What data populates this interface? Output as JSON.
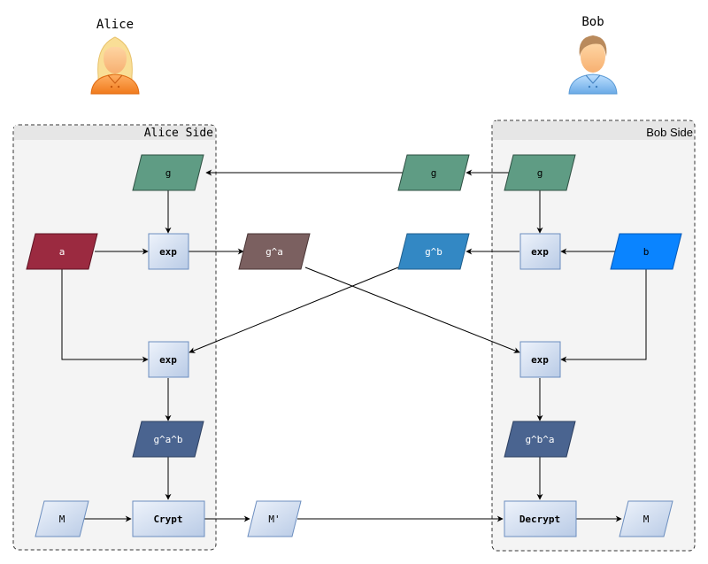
{
  "actors": {
    "alice": {
      "label": "Alice"
    },
    "bob": {
      "label": "Bob"
    }
  },
  "containers": {
    "alice_side": {
      "label": "Alice Side"
    },
    "bob_side": {
      "label": "Bob Side"
    }
  },
  "nodes": {
    "alice_g": {
      "label": "g",
      "color": "#5f9c84"
    },
    "alice_a": {
      "label": "a",
      "color": "#9b2a40"
    },
    "alice_exp1": {
      "label": "exp"
    },
    "alice_exp2": {
      "label": "exp"
    },
    "alice_gab": {
      "label": "g^a^b",
      "color": "#4a6490"
    },
    "alice_m": {
      "label": "M"
    },
    "alice_crypt": {
      "label": "Crypt"
    },
    "mid_ga": {
      "label": "g^a",
      "color": "#7b6060"
    },
    "mid_gb": {
      "label": "g^b",
      "color": "#3388c4"
    },
    "mid_g": {
      "label": "g",
      "color": "#5f9c84"
    },
    "mid_mprime": {
      "label": "M'"
    },
    "bob_g": {
      "label": "g",
      "color": "#5f9c84"
    },
    "bob_b": {
      "label": "b",
      "color": "#0a84ff"
    },
    "bob_exp1": {
      "label": "exp"
    },
    "bob_exp2": {
      "label": "exp"
    },
    "bob_gba": {
      "label": "g^b^a",
      "color": "#4a6490"
    },
    "bob_decrypt": {
      "label": "Decrypt"
    },
    "bob_m": {
      "label": "M"
    }
  }
}
